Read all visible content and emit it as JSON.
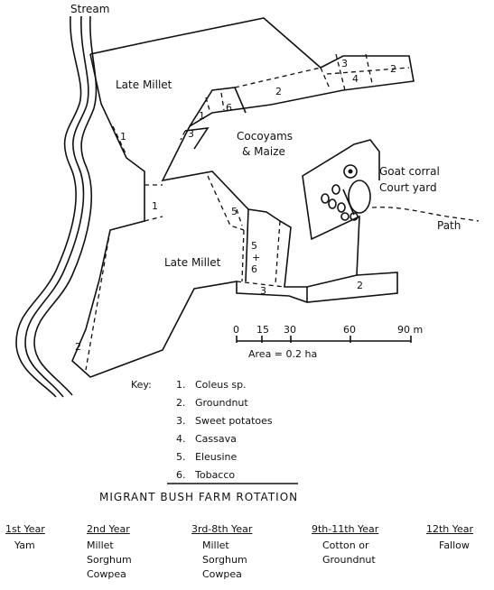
{
  "map": {
    "stream_label": "Stream",
    "path_label": "Path",
    "areas": {
      "late_millet_top": "Late Millet",
      "late_millet_bottom": "Late Millet",
      "cocoyams_line1": "Cocoyams",
      "cocoyams_line2": "& Maize",
      "goat_corral": "Goat corral",
      "court_yard": "Court yard"
    },
    "plot_numbers": {
      "p1": "1",
      "p2": "1",
      "p3": "1",
      "p4": "2",
      "p5": "2",
      "p6": "2",
      "p7": "2",
      "p8": "3",
      "p9": "3",
      "p10": "3",
      "p11": "4",
      "p12": "5",
      "p13": "5",
      "p14": "+",
      "p15": "6",
      "p16": "6"
    }
  },
  "scale": {
    "ticks": [
      "0",
      "15",
      "30",
      "60",
      "90 m"
    ],
    "area_note": "Area = 0.2 ha"
  },
  "key": {
    "title": "Key:",
    "items": [
      {
        "num": "1.",
        "label": "Coleus sp."
      },
      {
        "num": "2.",
        "label": "Groundnut"
      },
      {
        "num": "3.",
        "label": "Sweet potatoes"
      },
      {
        "num": "4.",
        "label": "Cassava"
      },
      {
        "num": "5.",
        "label": "Eleusine"
      },
      {
        "num": "6.",
        "label": "Tobacco"
      }
    ]
  },
  "rotation": {
    "heading": "MIGRANT BUSH FARM ROTATION",
    "columns": [
      {
        "year": "1st Year",
        "crops": [
          "Yam"
        ]
      },
      {
        "year": "2nd Year",
        "crops": [
          "Millet",
          "Sorghum",
          "Cowpea"
        ]
      },
      {
        "year": "3rd-8th Year",
        "crops": [
          "Millet",
          "Sorghum",
          "Cowpea"
        ]
      },
      {
        "year": "9th-11th Year",
        "crops": [
          "Cotton or",
          "Groundnut"
        ]
      },
      {
        "year": "12th Year",
        "crops": [
          "Fallow"
        ]
      }
    ]
  }
}
